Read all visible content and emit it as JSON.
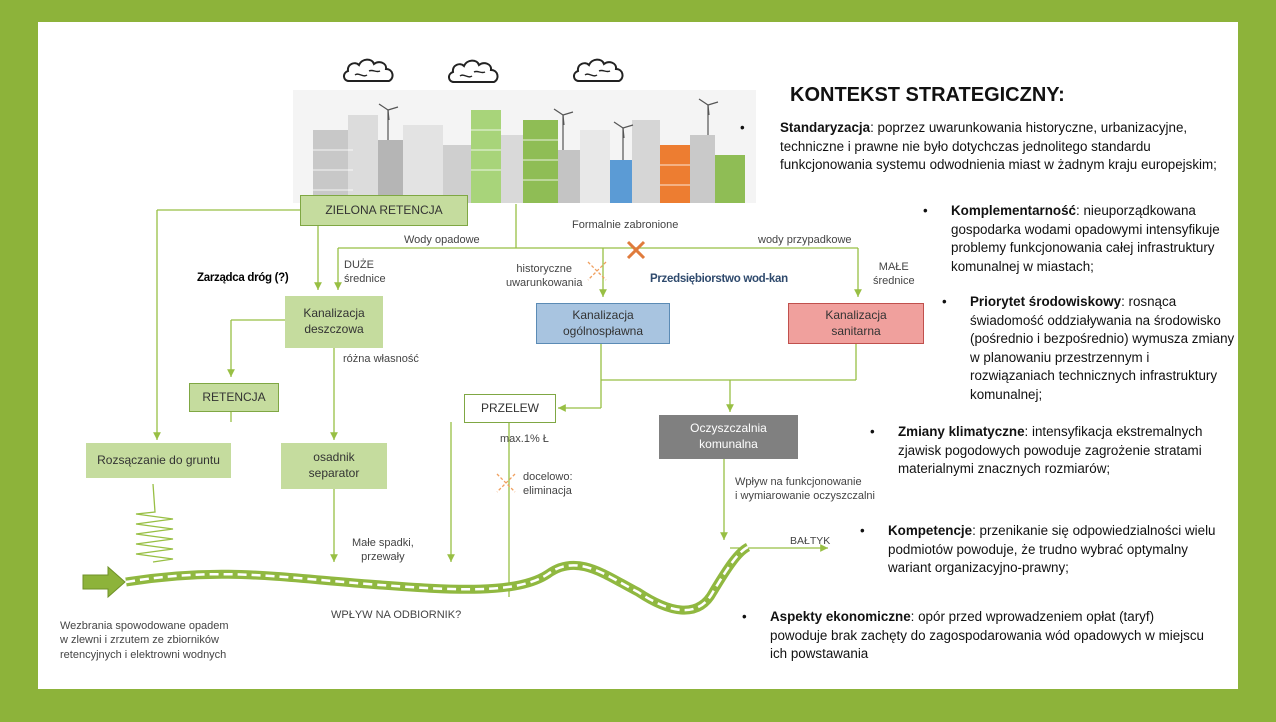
{
  "diagram": {
    "zielona": "ZIELONA RETENCJA",
    "wody_opadowe": "Wody opadowe",
    "formalnie": "Formalnie zabronione",
    "wody_przypadkowe": "wody przypadkowe",
    "zarzadca": "Zarządca dróg (?)",
    "duze": "DUŻE\nśrednice",
    "historyczne": "historyczne\nuwarunkowania",
    "przedsiebiorstwo": "Przedsiębiorstwo  wod-kan",
    "male": "MAŁE\nśrednice",
    "kan_deszczowa": "Kanalizacja\ndeszczowa",
    "kan_ogolnosplawna": "Kanalizacja\nogólnospławna",
    "kan_sanitarna": "Kanalizacja\nsanitarna",
    "rozna": "różna własność",
    "retencja": "RETENCJA",
    "przelew": "PRZELEW",
    "max": "max.1% Ł",
    "oczyszczalnia": "Oczyszczalnia\nkomunalna",
    "rozsaczanie": "Rozsączanie do gruntu",
    "osadnik": "osadnik\nseparator",
    "docelowo": "docelowo:\neliminacja",
    "wplyw_oczyszczalnia": "Wpływ na funkcjonowanie\ni wymiarowanie oczyszczalni",
    "baltyk": "BAŁTYK",
    "male_spadki": "Małe spadki,\nprzewały",
    "wplyw_odbiornik": "WPŁYW NA ODBIORNIK?",
    "wezbrania": "Wezbrania spowodowane opadem\nw zlewni i zrzutem ze zbiorników\nretencyjnych i elektrowni wodnych"
  },
  "colors": {
    "frame": "#8db33a",
    "green_box_fill": "#c5dc9e",
    "green_box_border": "#7fa743",
    "line": "#98bf44",
    "blue_box": "#a8c4e0",
    "red_box": "#f0a09d",
    "grey_box": "#808080",
    "river": "#90b840",
    "cross": "#e07b3c",
    "firm_text": "#2f4a6d"
  },
  "icons": [
    "cloud-icon",
    "city-illustration-icon",
    "wind-turbine-icon",
    "arrow-right-icon",
    "cross-icon",
    "spring-icon",
    "river-icon"
  ],
  "context": {
    "title": "KONTEKST STRATEGICZNY:",
    "bullets": [
      {
        "term": "Standaryzacja",
        "text": ": poprzez uwarunkowania historyczne, urbanizacyjne, techniczne i prawne nie było dotychczas jednolitego standardu funkcjonowania systemu odwodnienia miast w żadnym kraju europejskim;"
      },
      {
        "term": "Komplementarność",
        "text": ": nieuporządkowana gospodarka wodami opadowymi intensyfikuje problemy funkcjonowania całej infrastruktury komunalnej  w miastach;"
      },
      {
        "term": "Priorytet środowiskowy",
        "text": ": rosnąca świadomość oddziaływania na środowisko (pośrednio i bezpośrednio) wymusza zmiany w planowaniu przestrzennym  i rozwiązaniach technicznych infrastruktury komunalnej;"
      },
      {
        "term": "Zmiany klimatyczne",
        "text": ": intensyfikacja ekstremalnych zjawisk pogodowych powoduje zagrożenie stratami materialnymi znacznych rozmiarów;"
      },
      {
        "term": "Kompetencje",
        "text": ": przenikanie się odpowiedzialności wielu podmiotów powoduje, że  trudno wybrać optymalny wariant organizacyjno-prawny;"
      },
      {
        "term": "Aspekty ekonomiczne",
        "text": ": opór przed wprowadzeniem opłat (taryf) powoduje brak zachęty do zagospodarowania wód opadowych w miejscu ich powstawania"
      }
    ]
  }
}
